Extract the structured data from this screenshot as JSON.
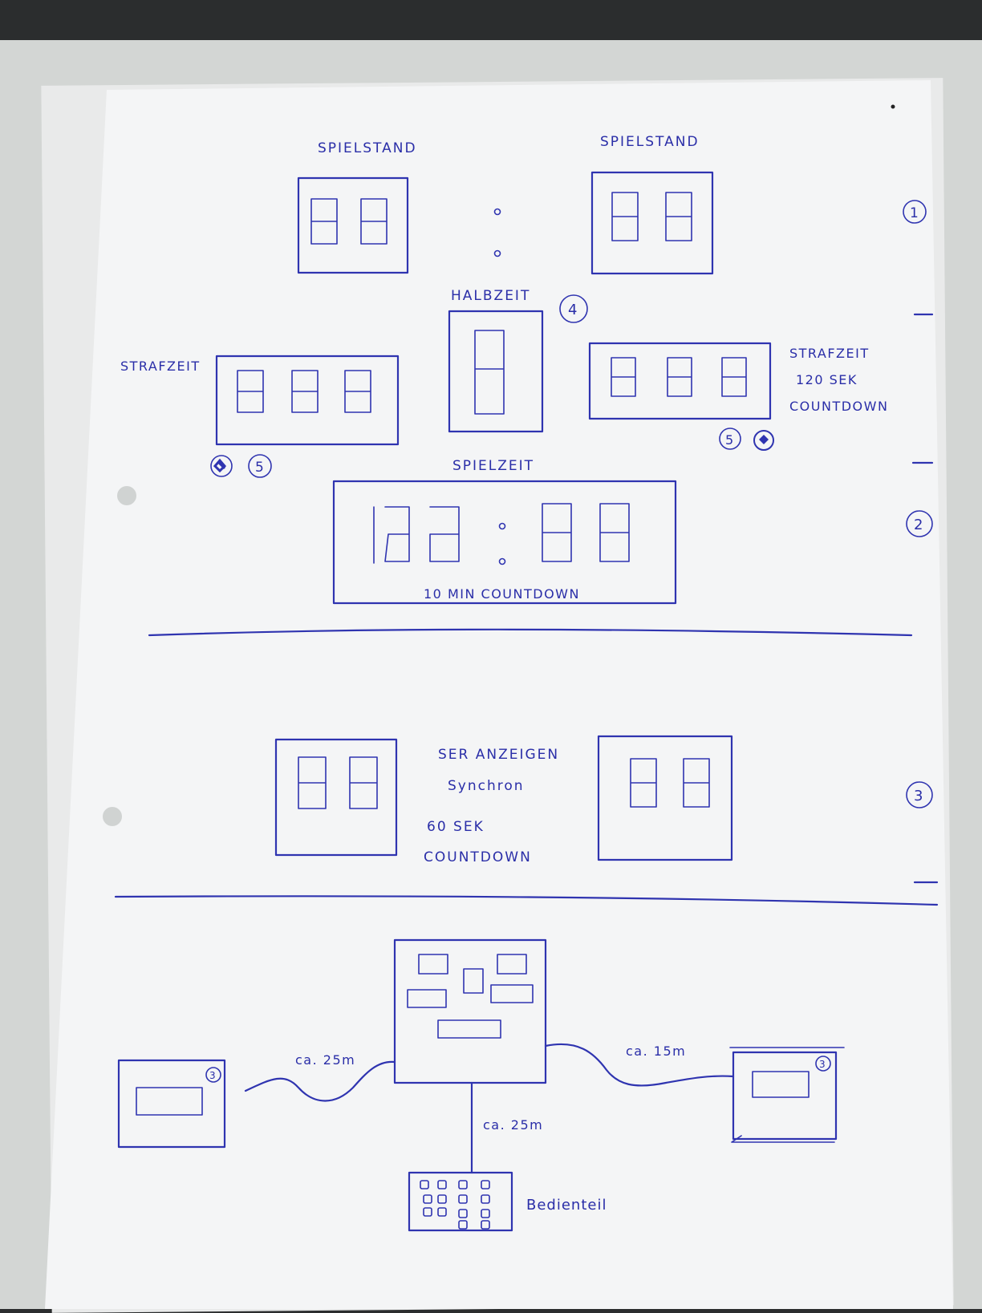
{
  "labels": {
    "spielstand_left": "SPIELSTAND",
    "spielstand_right": "SPIELSTAND",
    "halbzeit": "HALBZEIT",
    "strafzeit_left": "STRAFZEIT",
    "strafzeit_right_1": "STRAFZEIT",
    "strafzeit_right_2": "120 SEK",
    "strafzeit_right_3": "COUNTDOWN",
    "spielzeit": "SPIELZEIT",
    "spielzeit_note": "10 MIN COUNTDOWN",
    "ser_1": "SER ANZEIGEN",
    "ser_2": "Synchron",
    "ser_3": "60 SEK",
    "ser_4": "COUNTDOWN",
    "dist_left": "ca. 25m",
    "dist_right": "ca. 15m",
    "dist_down": "ca. 25m",
    "bedienteil": "Bedienteil"
  },
  "markers": {
    "section1": "1",
    "section2": "2",
    "section3": "3",
    "halbzeit": "4",
    "strafzeit_left": "5",
    "strafzeit_right": "5",
    "remote_left": "3",
    "remote_right": "3"
  },
  "colors": {
    "ink": "#2f34b0",
    "paper": "#f4f5f6",
    "desk": "#d3d6d4"
  }
}
